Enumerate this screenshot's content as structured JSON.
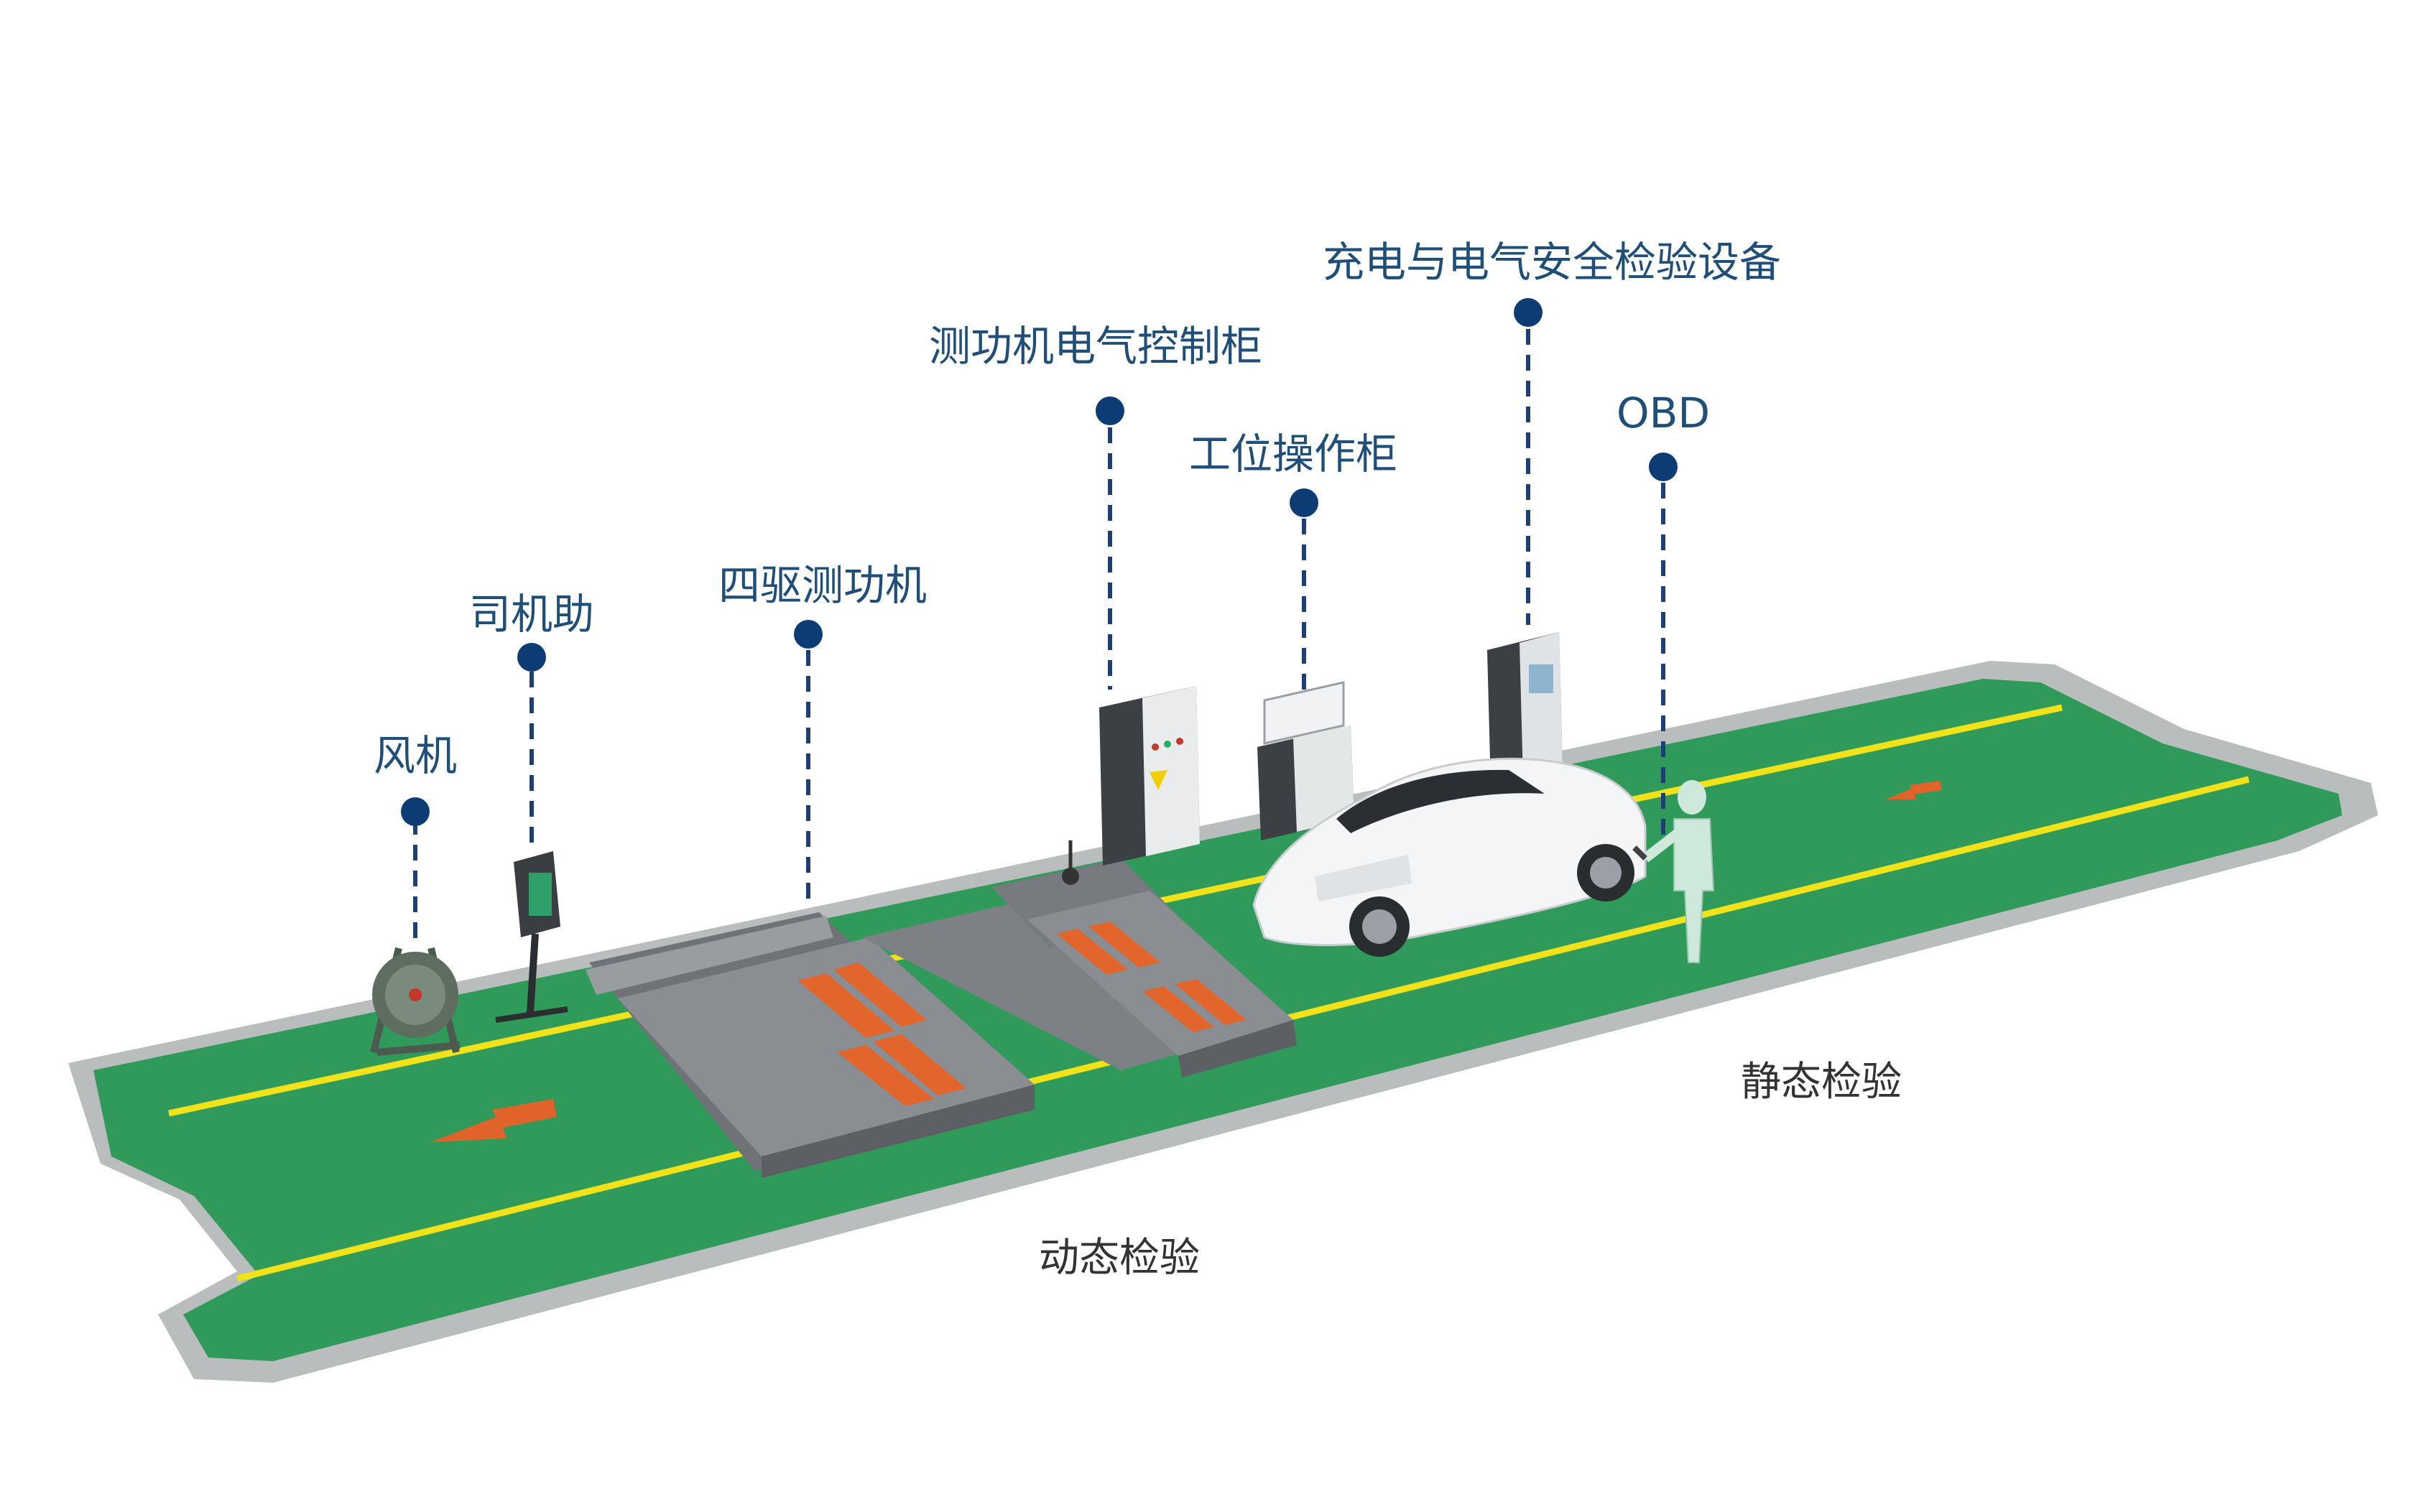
{
  "callouts": [
    {
      "id": "fan",
      "label": "风机"
    },
    {
      "id": "driver_aid",
      "label": "司机助"
    },
    {
      "id": "awd_dyno",
      "label": "四驱测功机"
    },
    {
      "id": "dyno_cabinet",
      "label": "测功机电气控制柜"
    },
    {
      "id": "station_cabinet",
      "label": "工位操作柜"
    },
    {
      "id": "charging_safety",
      "label": "充电与电气安全检验设备"
    },
    {
      "id": "obd",
      "label": "OBD"
    }
  ],
  "zones": {
    "dynamic": "动态检验",
    "static": "静态检验"
  },
  "colors": {
    "floor_green": "#2f9a5a",
    "floor_edge": "#b9bdbd",
    "lane_yellow": "#f2e21a",
    "callout_blue": "#0d3b73",
    "arrow_orange": "#e0642a",
    "equipment_grey": "#8c8f92"
  }
}
